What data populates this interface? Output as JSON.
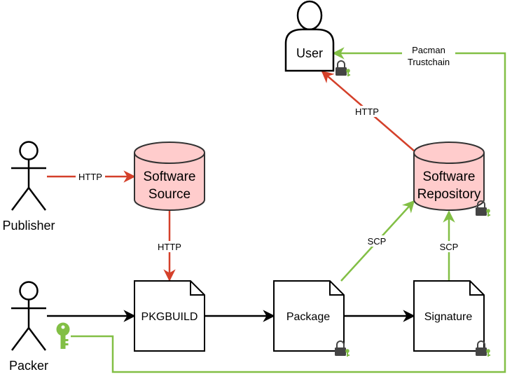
{
  "nodes": {
    "user": "User",
    "publisher": "Publisher",
    "packer": "Packer",
    "software_source": [
      "Software",
      "Source"
    ],
    "software_repository": [
      "Software",
      "Repository"
    ],
    "pkgbuild": "PKGBUILD",
    "package": "Package",
    "signature": "Signature"
  },
  "edges": {
    "publisher_to_source": "HTTP",
    "source_to_pkgbuild": "HTTP",
    "repository_to_user": "HTTP",
    "package_to_repository": "SCP",
    "signature_to_repository": "SCP",
    "trustchain": [
      "Pacman",
      "Trustchain"
    ]
  },
  "colors": {
    "red": "#d4402a",
    "green": "#82bf45",
    "black": "#000000",
    "cylinder_fill": "#ffcccc",
    "lock": "#444444"
  }
}
